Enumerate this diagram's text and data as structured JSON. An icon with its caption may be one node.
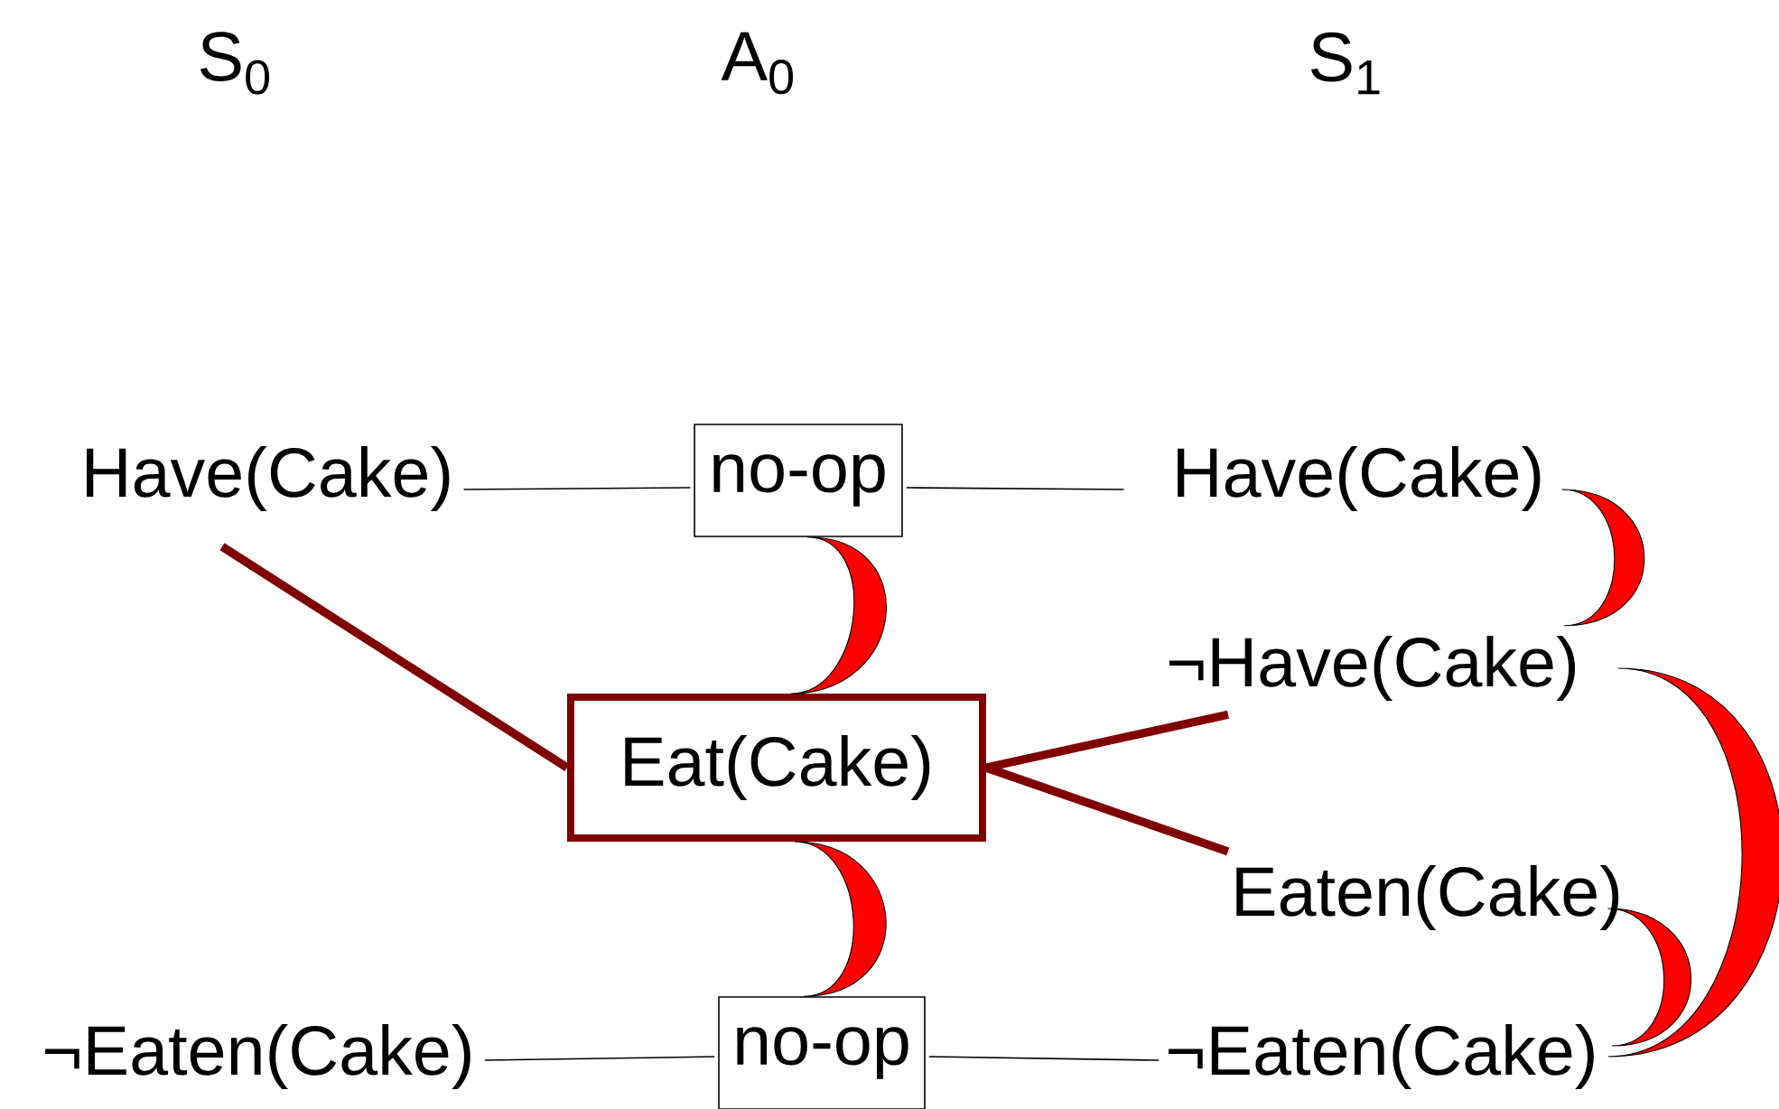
{
  "diagram": {
    "nodes": [
      {
        "text": [
          "Have(Cake)"
        ]
      },
      {
        "text": [
          "no-op"
        ]
      },
      {
        "text": [
          "Have(Cake)"
        ]
      },
      {
        "text": [
          "¬Have(Cake)"
        ]
      },
      {
        "text": [
          "Eat(Cake)"
        ]
      },
      {
        "text": [
          "Eaten(Cake)"
        ]
      },
      {
        "text": [
          "¬Eaten(Cake)"
        ]
      },
      {
        "text": [
          "no-op"
        ]
      },
      {
        "text": [
          "¬Eaten(Cake)"
        ]
      }
    ],
    "edges": [
      {
        "from": 0,
        "to": 1,
        "arrow": "none"
      },
      {
        "from": 1,
        "to": 2,
        "arrow": "none"
      },
      {
        "from": 6,
        "to": 7,
        "arrow": "none"
      },
      {
        "from": 7,
        "to": 8,
        "arrow": "none"
      },
      {
        "from": 0,
        "to": 4,
        "arrow": "none",
        "style": "thick",
        "color": "#800000"
      },
      {
        "from": 4,
        "to": 3,
        "arrow": "none",
        "style": "thick",
        "color": "#800000"
      },
      {
        "from": 4,
        "to": 5,
        "arrow": "none",
        "style": "thick",
        "color": "#800000"
      },
      {
        "from": 1,
        "to": 4,
        "arrow": "none",
        "color": "#ff0000"
      },
      {
        "from": 4,
        "to": 7,
        "arrow": "none",
        "color": "#ff0000"
      },
      {
        "from": 2,
        "to": 3,
        "arrow": "none",
        "color": "#ff0000"
      },
      {
        "from": 3,
        "to": 8,
        "arrow": "none",
        "color": "#ff0000"
      },
      {
        "from": 5,
        "to": 8,
        "arrow": "none",
        "color": "#ff0000"
      }
    ],
    "labels": [
      "S$_{0}$",
      "A$_{0}$",
      "S$_{1}$"
    ]
  }
}
